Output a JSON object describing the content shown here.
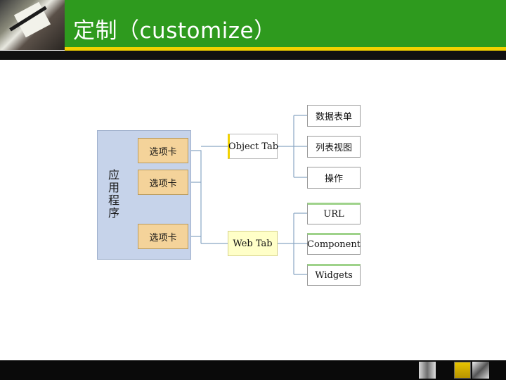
{
  "header": {
    "title": "定制（customize）"
  },
  "diagram": {
    "app": {
      "label": "应用程序"
    },
    "tabs": [
      "选项卡",
      "选项卡",
      "选项卡"
    ],
    "object_tab": {
      "label": "Object Tab",
      "children": [
        "数据表单",
        "列表视图",
        "操作"
      ]
    },
    "web_tab": {
      "label": "Web Tab",
      "children": [
        "URL",
        "Component",
        "Widgets"
      ]
    }
  },
  "colors": {
    "header_green": "#2e9a1e",
    "accent_yellow": "#f2d200",
    "app_blue": "#c6d3ea",
    "tab_orange": "#f4d39a"
  }
}
